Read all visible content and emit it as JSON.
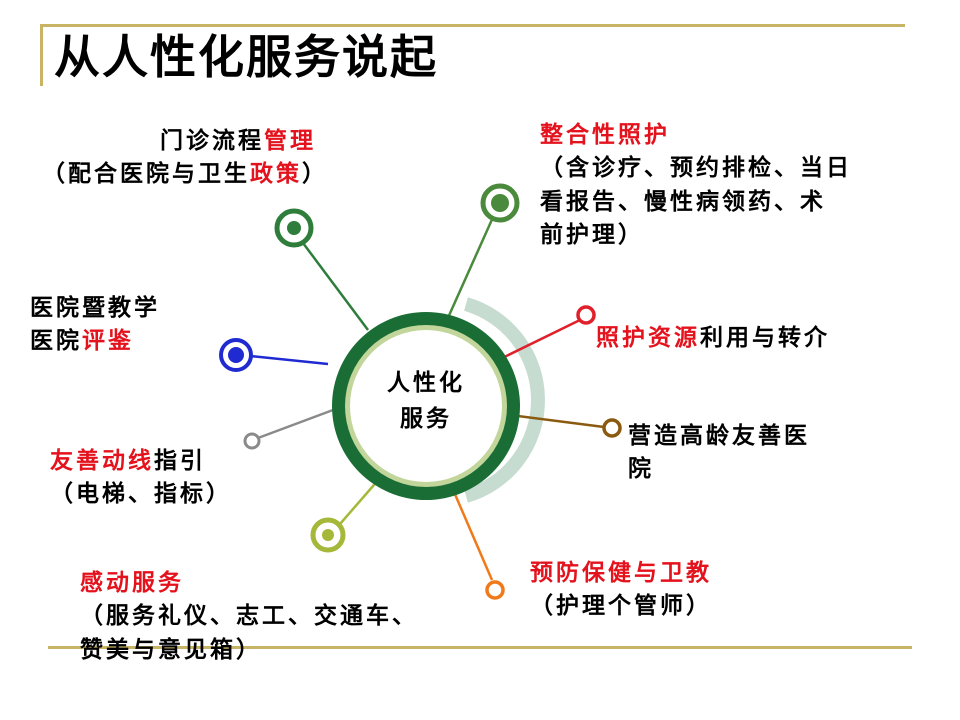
{
  "title": "从人性化服务说起",
  "center": {
    "line1": "人性化",
    "line2": "服务"
  },
  "colors": {
    "rule": "#c8b464",
    "ring_dark": "#1a6e35",
    "ring_light": "#c2d69b",
    "arc": "#c7dcd0",
    "highlight_text": "#e3121c"
  },
  "branches": [
    {
      "id": "outpatient",
      "color": "#2e7d3a",
      "marker": "green-ring-node",
      "lines": [
        {
          "parts": [
            {
              "text": "门诊流程",
              "red": false
            },
            {
              "text": "管理",
              "red": true
            }
          ]
        },
        {
          "parts": [
            {
              "text": "（配合医院与卫生",
              "red": false
            },
            {
              "text": "政策",
              "red": true
            },
            {
              "text": "）",
              "red": false
            }
          ]
        }
      ]
    },
    {
      "id": "integrated-care",
      "color": "#4a8a3c",
      "marker": "green-ring-node",
      "lines": [
        {
          "parts": [
            {
              "text": "整合性照护",
              "red": true
            }
          ]
        },
        {
          "parts": [
            {
              "text": "（含诊疗、预约排检、当日",
              "red": false
            }
          ]
        },
        {
          "parts": [
            {
              "text": "看报告、慢性病领药、术",
              "red": false
            }
          ]
        },
        {
          "parts": [
            {
              "text": "前护理）",
              "red": false
            }
          ]
        }
      ]
    },
    {
      "id": "teaching-hospital",
      "color": "#1f2bd1",
      "marker": "blue-ring-node",
      "lines": [
        {
          "parts": [
            {
              "text": "医院暨教学",
              "red": false
            }
          ]
        },
        {
          "parts": [
            {
              "text": "医院",
              "red": false
            },
            {
              "text": "评鉴",
              "red": true
            }
          ]
        }
      ]
    },
    {
      "id": "care-resources",
      "color": "#e0202a",
      "marker": "red-ring-node",
      "lines": [
        {
          "parts": [
            {
              "text": "照护资源",
              "red": true
            },
            {
              "text": "利用与转介",
              "red": false
            }
          ]
        }
      ]
    },
    {
      "id": "elder-friendly",
      "color": "#8a5a10",
      "marker": "brown-ring-node",
      "lines": [
        {
          "parts": [
            {
              "text": "营造高龄友善医",
              "red": false
            }
          ]
        },
        {
          "parts": [
            {
              "text": "院",
              "red": false
            }
          ]
        }
      ]
    },
    {
      "id": "wayfinding",
      "color": "#8a8a8a",
      "marker": "gray-ring-node",
      "lines": [
        {
          "parts": [
            {
              "text": "友善动线",
              "red": true
            },
            {
              "text": "指引",
              "red": false
            }
          ]
        },
        {
          "parts": [
            {
              "text": "（电梯、指标）",
              "red": false
            }
          ]
        }
      ]
    },
    {
      "id": "moving-service",
      "color": "#a6b83a",
      "marker": "lime-ring-node",
      "lines": [
        {
          "parts": [
            {
              "text": "感动服务",
              "red": true
            }
          ]
        },
        {
          "parts": [
            {
              "text": "（服务礼仪、志工、交通车、",
              "red": false
            }
          ]
        },
        {
          "parts": [
            {
              "text": "赞美与意见箱）",
              "red": false
            }
          ]
        }
      ]
    },
    {
      "id": "prevention",
      "color": "#f07a1a",
      "marker": "orange-ring-node",
      "lines": [
        {
          "parts": [
            {
              "text": "预防保健与卫教",
              "red": true
            }
          ]
        },
        {
          "parts": [
            {
              "text": "（护理个管师）",
              "red": false
            }
          ]
        }
      ]
    }
  ]
}
